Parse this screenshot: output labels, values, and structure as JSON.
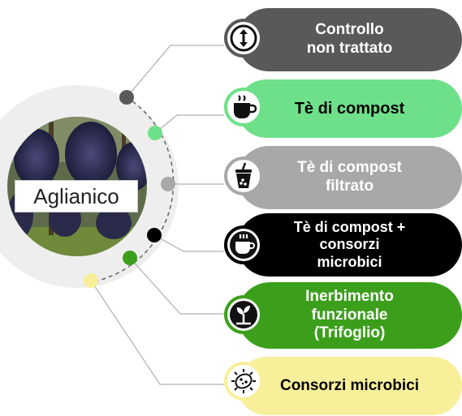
{
  "hub": {
    "label": "Aglianico"
  },
  "treatments": [
    {
      "label": "Controllo\nnon trattato",
      "color": "#595959",
      "text_color": "#ffffff",
      "icon": "up-down-arrows-icon"
    },
    {
      "label": "Tè di compost",
      "color": "#6fe08a",
      "text_color": "#000000",
      "icon": "hot-drink-icon"
    },
    {
      "label": "Tè di compost\nfiltrato",
      "color": "#a8a8a8",
      "text_color": "#ffffff",
      "icon": "bubble-tea-icon"
    },
    {
      "label": "Tè di compost +\nconsorzi\nmicrobici",
      "color": "#000000",
      "text_color": "#ffffff",
      "icon": "tea-cup-alert-icon"
    },
    {
      "label": "Inerbimento\nfunzionale\n(Trifoglio)",
      "color": "#3c9f1c",
      "text_color": "#ffffff",
      "icon": "sprout-icon"
    },
    {
      "label": "Consorzi microbici",
      "color": "#f8ef9a",
      "text_color": "#000000",
      "icon": "microbe-icon"
    }
  ]
}
